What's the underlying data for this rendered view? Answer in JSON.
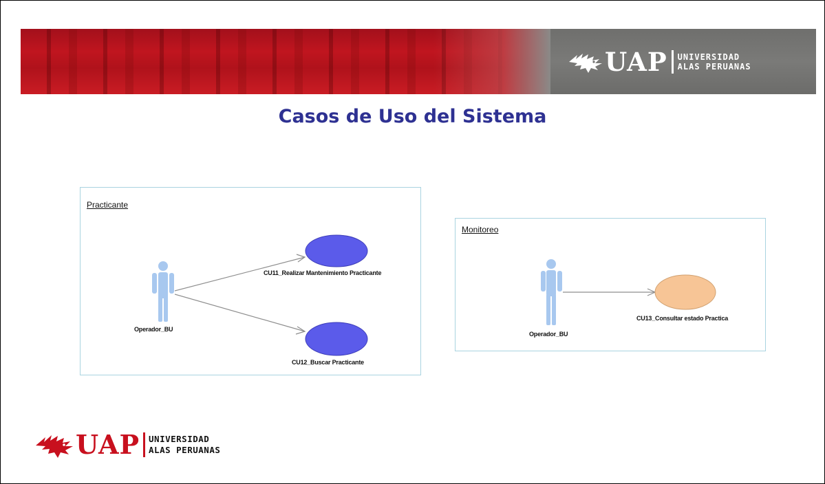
{
  "header": {
    "logo_mark": "UAP",
    "logo_line1": "UNIVERSIDAD",
    "logo_line2": "ALAS PERUANAS"
  },
  "title": "Casos de Uso del Sistema",
  "diagram": {
    "packages": [
      {
        "name": "Practicante",
        "actor": "Operador_BU",
        "use_cases": [
          {
            "label": "CU11_Realizar Mantenimiento Practicante",
            "color": "#5b5bea"
          },
          {
            "label": "CU12_Buscar Practicante",
            "color": "#5b5bea"
          }
        ]
      },
      {
        "name": "Monitoreo",
        "actor": "Operador_BU",
        "use_cases": [
          {
            "label": "CU13_Consultar estado Practica",
            "color": "#f7c596"
          }
        ]
      }
    ],
    "actor_color": "#a8c8ef",
    "panel_border_color": "#a9d3e0"
  },
  "footer": {
    "logo_mark": "UAP",
    "logo_line1": "UNIVERSIDAD",
    "logo_line2": "ALAS PERUANAS"
  }
}
